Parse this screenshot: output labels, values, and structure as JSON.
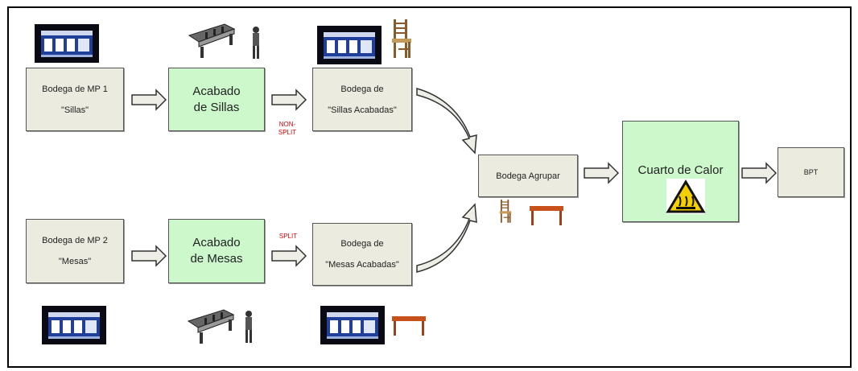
{
  "nodes": {
    "mp1": {
      "line1": "Bodega de MP 1",
      "line2": "\"Sillas\""
    },
    "acabado_sillas": {
      "line1": "Acabado",
      "line2": "de Sillas"
    },
    "bodega_sillas": {
      "line1": "Bodega de",
      "line2": "\"Sillas Acabadas\""
    },
    "mp2": {
      "line1": "Bodega de MP 2",
      "line2": "\"Mesas\""
    },
    "acabado_mesas": {
      "line1": "Acabado",
      "line2": "de Mesas"
    },
    "bodega_mesas": {
      "line1": "Bodega de",
      "line2": "\"Mesas Acabadas\""
    },
    "agrupar": {
      "label": "Bodega Agrupar"
    },
    "cuarto_calor": {
      "label": "Cuarto de Calor"
    },
    "bpt": {
      "label": "BPT"
    }
  },
  "tags": {
    "non_split_1": "NON-",
    "non_split_2": "SPLIT",
    "split": "SPLIT"
  },
  "icons": [
    "warehouse-icon",
    "workbench-icon",
    "worker-icon",
    "chair-icon",
    "table-icon",
    "hot-surface-warning-icon"
  ],
  "colors": {
    "process_box": "#ccf8cc",
    "storage_box": "#ecebdf",
    "tag_text": "#e00000",
    "warning": "#f5d000"
  }
}
